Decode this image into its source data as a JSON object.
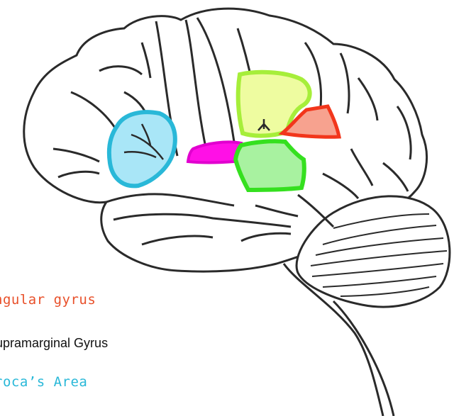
{
  "labels": {
    "angular_gyrus": "ngular gyrus",
    "supramarginal_gyrus": "upramarginal Gyrus",
    "brocas_area": "roca’s Area"
  },
  "colors": {
    "outline": "#2a2a2a",
    "brocas_area_fill": "#a9e6f7",
    "brocas_area_stroke": "#29b8d8",
    "supramarginal_fill": "#eefca0",
    "supramarginal_stroke": "#a6ee3a",
    "angular_fill": "#f7a28f",
    "angular_stroke": "#f2361b",
    "temporal_fill": "#a8f2a0",
    "temporal_stroke": "#35e01f",
    "motor_fill": "#ff10e6",
    "motor_stroke": "#e100cf"
  }
}
